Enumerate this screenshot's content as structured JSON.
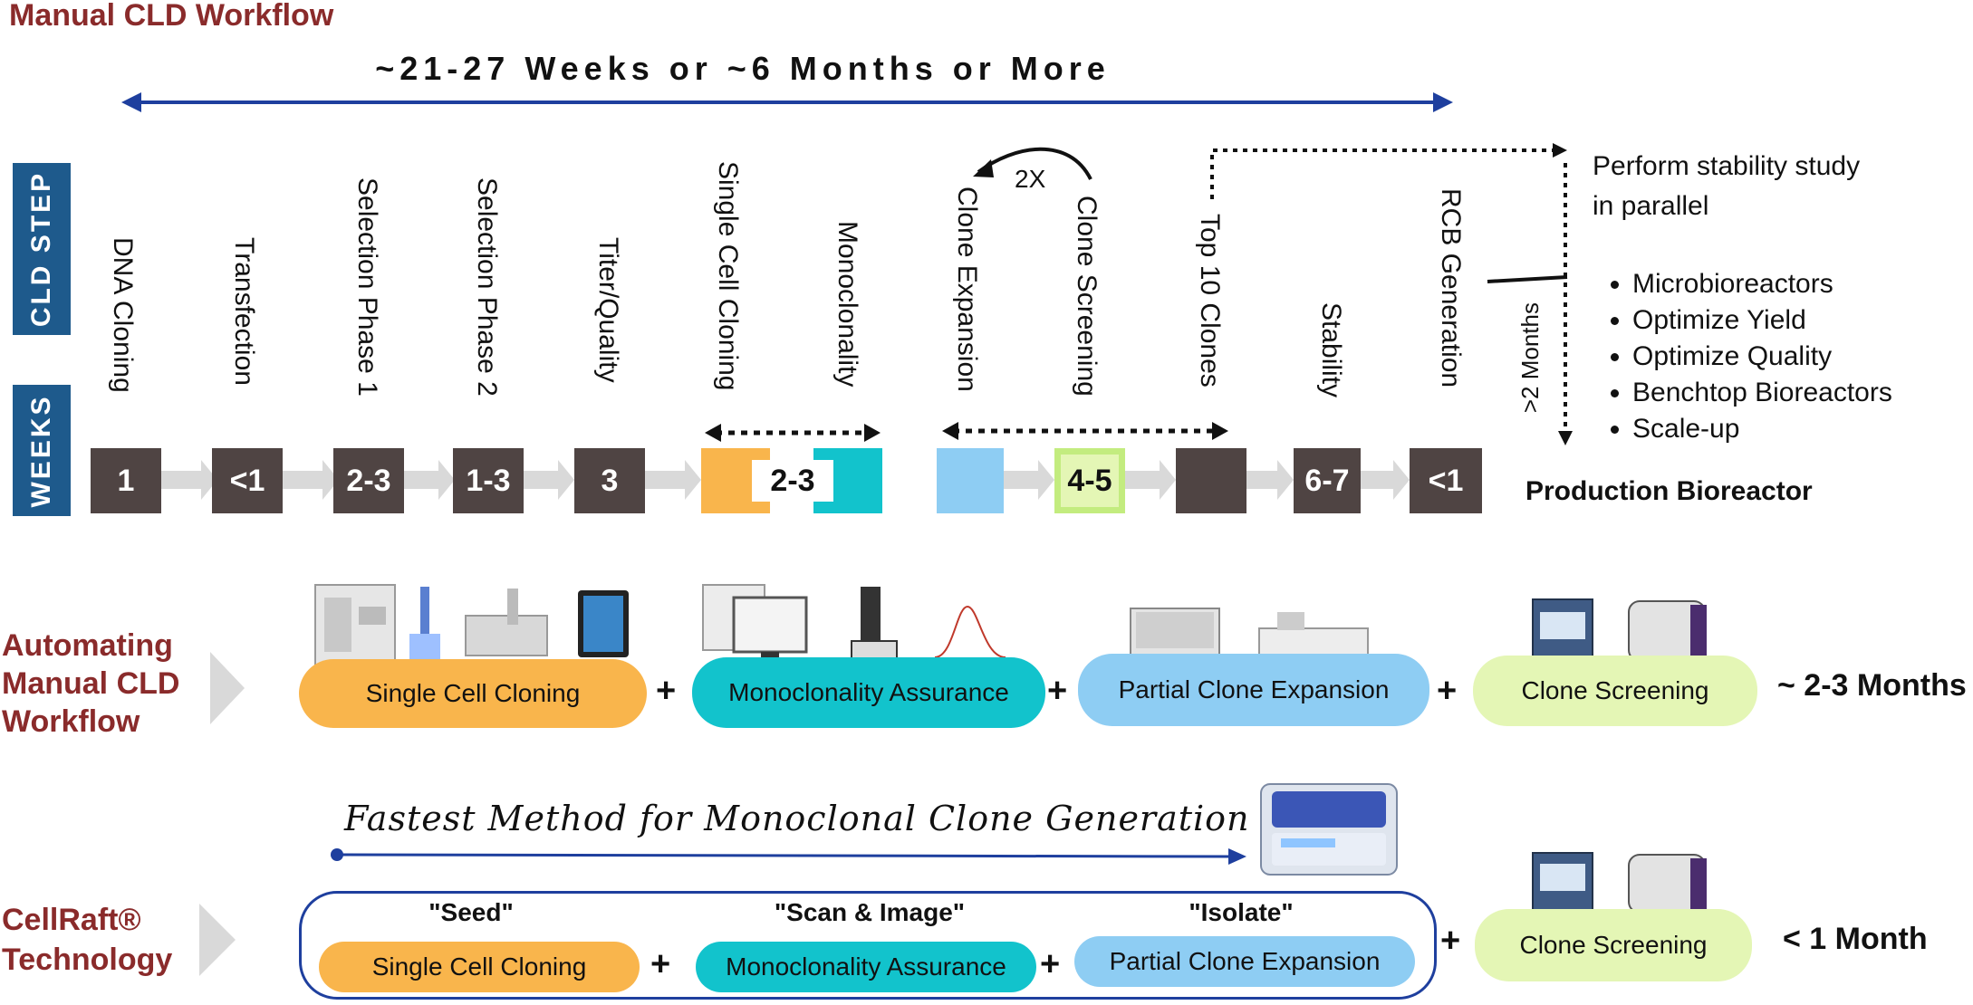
{
  "manual": {
    "title": "Manual CLD Workflow",
    "span_label": "~21-27 Weeks or ~6 Months or More",
    "side_tabs": {
      "cld_step": "CLD STEP",
      "weeks": "WEEKS"
    },
    "steps": [
      {
        "label": "DNA Cloning",
        "weeks": "1"
      },
      {
        "label": "Transfection",
        "weeks": "<1"
      },
      {
        "label": "Selection Phase 1",
        "weeks": "2-3"
      },
      {
        "label": "Selection Phase 2",
        "weeks": "1-3"
      },
      {
        "label": "Titer/Quality",
        "weeks": "3"
      },
      {
        "label": "Single Cell Cloning",
        "weeks": ""
      },
      {
        "label": "Monoclonality",
        "weeks": ""
      },
      {
        "label": "Clone Expansion",
        "weeks": ""
      },
      {
        "label": "Clone Screening",
        "weeks": "4-5"
      },
      {
        "label": "Top 10 Clones",
        "weeks": ""
      },
      {
        "label": "Stability",
        "weeks": "6-7"
      },
      {
        "label": "RCB Generation",
        "weeks": "<1"
      }
    ],
    "shared_weeks": "2-3",
    "repeat_label": "2X",
    "stability_note": "Perform stability study in parallel",
    "duration_note": ">2 Months",
    "bullets": [
      "Microbioreactors",
      "Optimize Yield",
      "Optimize Quality",
      "Benchtop Bioreactors",
      "Scale-up"
    ],
    "production": "Production Bioreactor",
    "colors": {
      "dark_box": "#4f4443",
      "orange": "#f9b54c",
      "teal": "#12c3cc",
      "lightblue": "#8ecdf3",
      "lightgreen": "#e4f6b5",
      "navy": "#1e3f9e"
    }
  },
  "automating": {
    "title_lines": [
      "Automating",
      "Manual CLD",
      "Workflow"
    ],
    "pills": [
      "Single Cell Cloning",
      "Monoclonality Assurance",
      "Partial Clone Expansion",
      "Clone Screening"
    ],
    "plus": "+",
    "duration": "~ 2-3 Months"
  },
  "cellraft": {
    "title_lines": [
      "CellRaft®",
      "Technology"
    ],
    "tagline": "Fastest Method for Monoclonal Clone Generation",
    "quotes": [
      "\"Seed\"",
      "\"Scan & Image\"",
      "\"Isolate\""
    ],
    "pills": [
      "Single Cell Cloning",
      "Monoclonality Assurance",
      "Partial Clone Expansion"
    ],
    "screening": "Clone Screening",
    "plus": "+",
    "duration": "< 1 Month"
  }
}
